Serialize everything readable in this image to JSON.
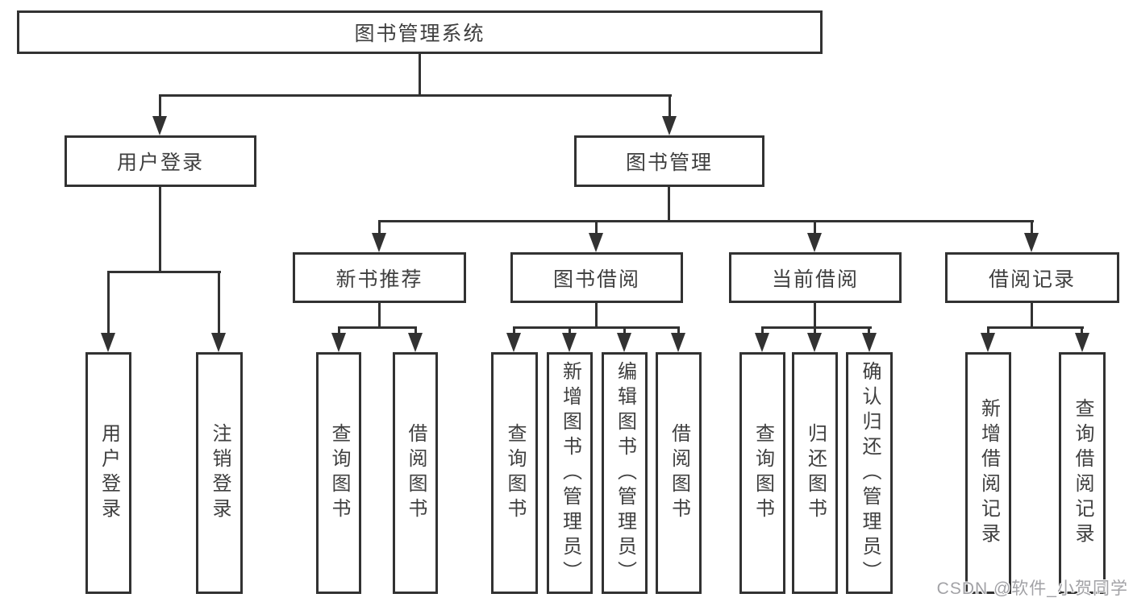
{
  "tree": {
    "label": "图书管理系统",
    "children": [
      {
        "label": "用户登录",
        "children": [
          {
            "label": "用户登录"
          },
          {
            "label": "注销登录"
          }
        ]
      },
      {
        "label": "图书管理",
        "children": [
          {
            "label": "新书推荐",
            "children": [
              {
                "label": "查询图书"
              },
              {
                "label": "借阅图书"
              }
            ]
          },
          {
            "label": "图书借阅",
            "children": [
              {
                "label": "查询图书"
              },
              {
                "label": "新增图书（管理员）"
              },
              {
                "label": "编辑图书（管理员）"
              },
              {
                "label": "借阅图书"
              }
            ]
          },
          {
            "label": "当前借阅",
            "children": [
              {
                "label": "查询图书"
              },
              {
                "label": "归还图书"
              },
              {
                "label": "确认归还（管理员）"
              }
            ]
          },
          {
            "label": "借阅记录",
            "children": [
              {
                "label": "新增借阅记录"
              },
              {
                "label": "查询借阅记录"
              }
            ]
          }
        ]
      }
    ]
  },
  "watermark": {
    "text": "CSDN @软件_小贺同学"
  },
  "colors": {
    "line": "#323232",
    "text": "#3f3f3f",
    "background": "#ffffff",
    "watermark": "#a2a2a6"
  }
}
